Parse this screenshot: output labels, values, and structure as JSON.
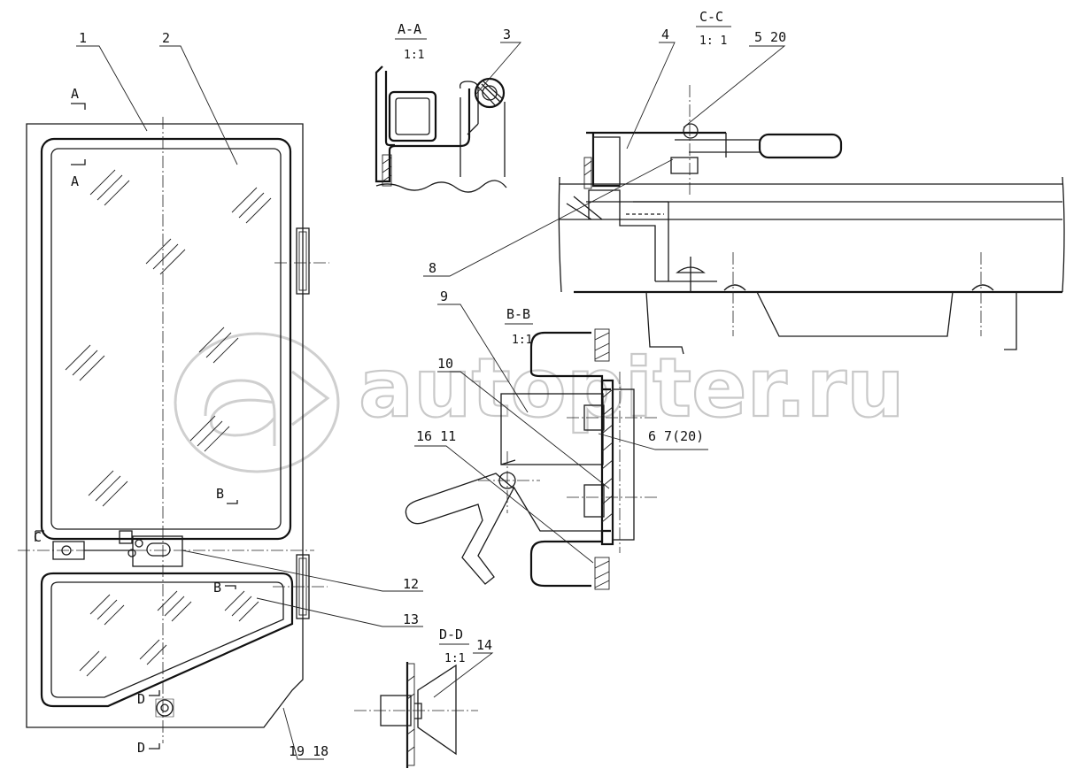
{
  "sections": {
    "aa": {
      "title": "A-A",
      "scale": "1:1"
    },
    "bb": {
      "title": "B-B",
      "scale": "1:1"
    },
    "cc": {
      "title": "C-C",
      "scale": "1: 1"
    },
    "dd": {
      "title": "D-D",
      "scale": "1:1"
    }
  },
  "section_marks": {
    "a_top": "A",
    "a_bottom": "A",
    "b_upper": "B",
    "b_lower": "B",
    "c_left": "C",
    "d_upper": "D",
    "d_lower": "D"
  },
  "callouts": {
    "p1": "1",
    "p2": "2",
    "p3": "3",
    "p4": "4",
    "p5_20": "5 20",
    "p6_7_20": "6  7(20)",
    "p8": "8",
    "p9": "9",
    "p10": "10",
    "p16_11": "16  11",
    "p12": "12",
    "p13": "13",
    "p14": "14",
    "p19_18": "19 18"
  },
  "watermark": {
    "text": "autopiter.ru",
    "logo": "a-in-circle-logo"
  }
}
